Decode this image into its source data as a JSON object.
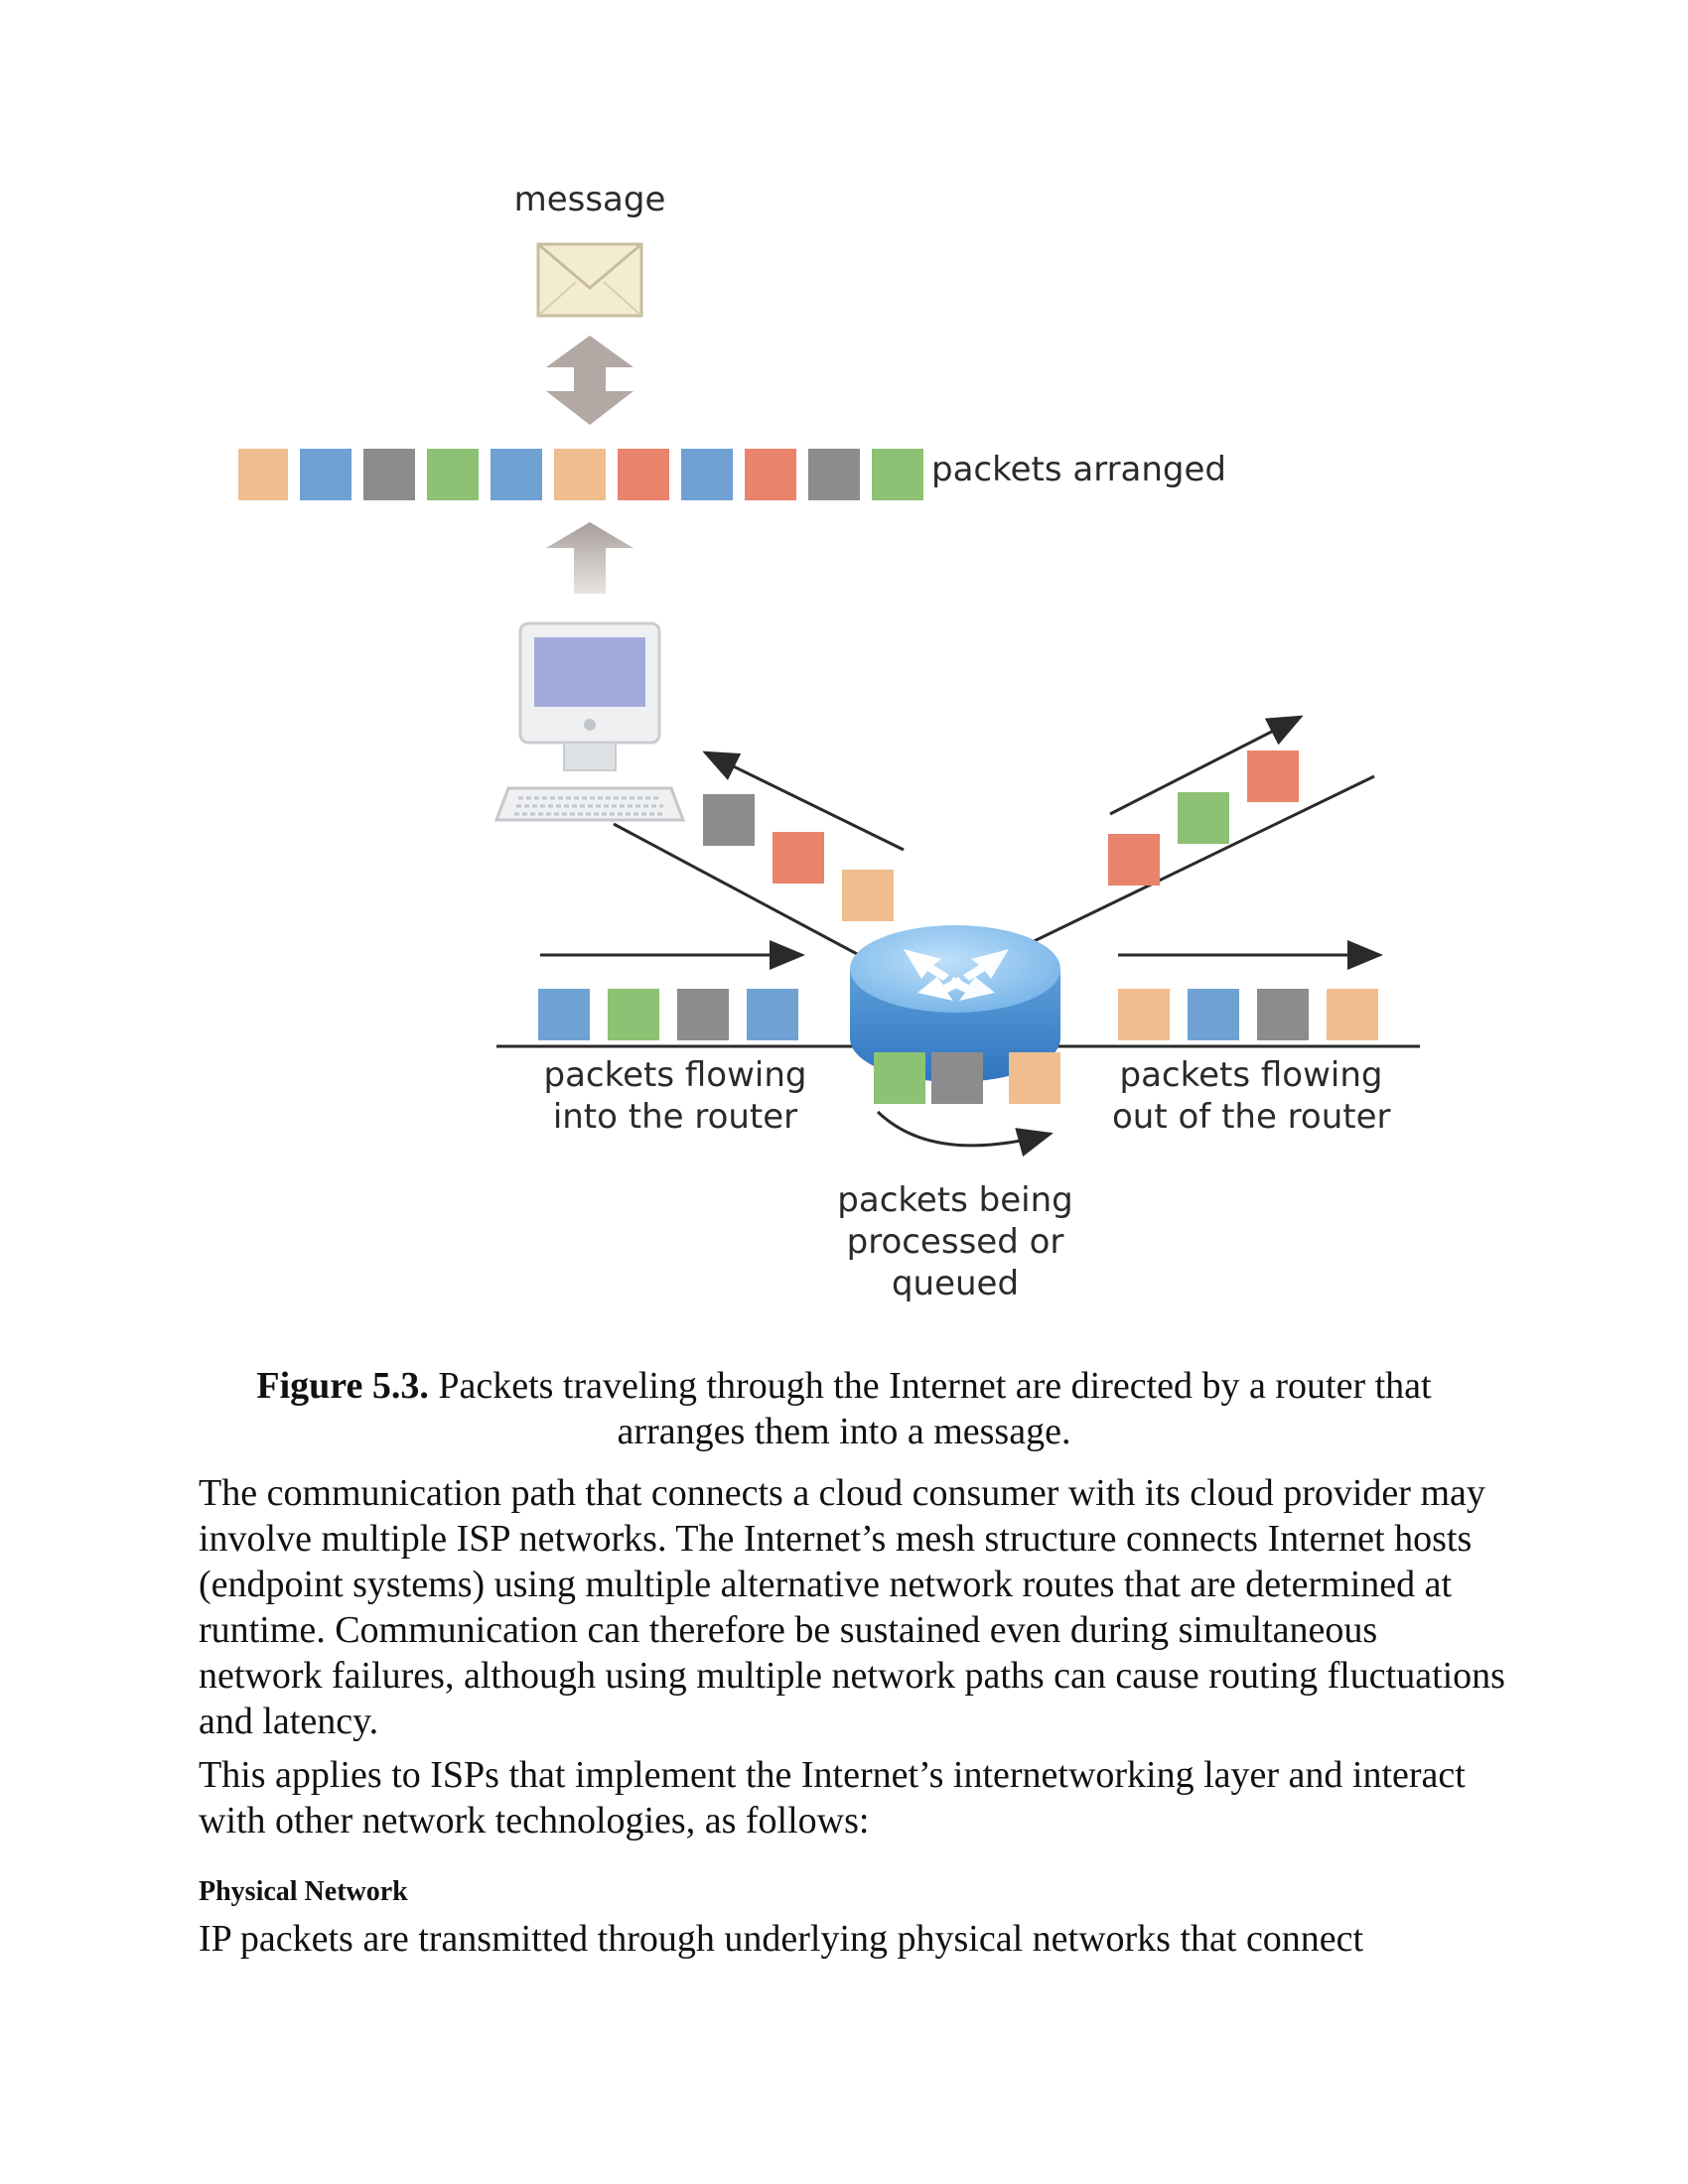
{
  "figure": {
    "labels": {
      "message": "message",
      "packets_arranged": "packets arranged",
      "flowing_in": [
        "packets flowing",
        "into the router"
      ],
      "flowing_out": [
        "packets flowing",
        "out of the router"
      ],
      "processed": [
        "packets being",
        "processed or",
        "queued"
      ]
    },
    "colors": {
      "orange": "#f0bd8f",
      "blue": "#6fa2d3",
      "gray": "#8c8c8e",
      "green": "#8dc174",
      "red": "#e9836c",
      "arrow_gray": "#b3a8a3",
      "monitor_screen": "#a1acdd"
    },
    "icons": [
      "envelope-icon",
      "double-arrow-icon",
      "up-arrow-icon",
      "computer-icon",
      "router-icon"
    ]
  },
  "caption": {
    "label": "Figure 5.3.",
    "text": " Packets traveling through the Internet are directed by a router that arranges them into a message."
  },
  "body": {
    "para1": "The communication path that connects a cloud consumer with its cloud provider may involve multiple ISP networks. The Internet’s mesh structure connects Internet hosts (endpoint systems) using multiple alternative network routes that are determined at runtime. Communication can therefore be sustained even during simultaneous network failures, although using multiple network paths can cause routing fluctuations and latency.",
    "para2": "This applies to ISPs that implement the Internet’s internetworking layer and interact with other network technologies, as follows:",
    "heading": "Physical Network",
    "para3": "IP packets are transmitted through underlying physical networks that connect"
  }
}
